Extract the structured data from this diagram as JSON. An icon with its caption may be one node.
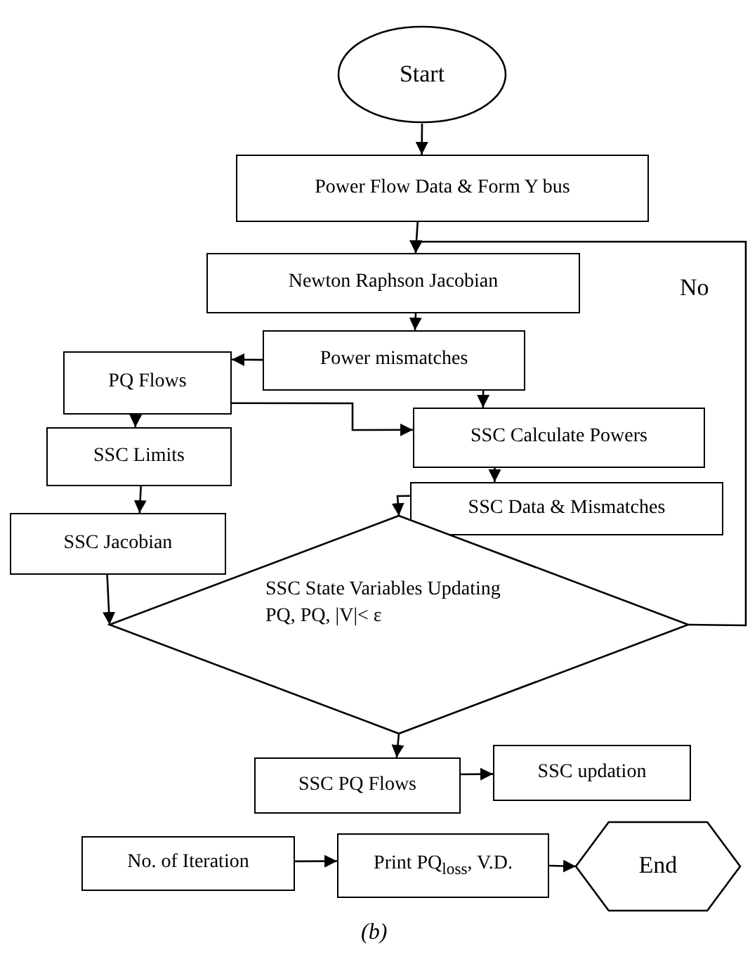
{
  "diagram": {
    "caption": "(b)",
    "nodes": [
      {
        "text": [
          "Start"
        ]
      },
      {
        "text": [
          "Power Flow  Data & Form Y bus"
        ]
      },
      {
        "text": [
          "Newton Raphson Jacobian"
        ]
      },
      {
        "text": [
          "Power mismatches"
        ]
      },
      {
        "text": [
          "PQ Flows"
        ]
      },
      {
        "text": [
          "SSC Calculate Powers"
        ]
      },
      {
        "text": [
          "SSC Limits"
        ]
      },
      {
        "text": [
          "SSC Data & Mismatches"
        ]
      },
      {
        "text": [
          "SSC Jacobian"
        ]
      },
      {
        "text": [
          "SSC State Variables Updating PQ, PQ, |V|< ε"
        ]
      },
      {
        "text": [
          "SSC PQ Flows"
        ]
      },
      {
        "text": [
          "SSC updation"
        ]
      },
      {
        "text": [
          "No. of Iteration"
        ]
      },
      {
        "text": [
          "Print PQ$_{loss}$, V.D."
        ]
      },
      {
        "text": [
          "End"
        ]
      }
    ],
    "edges": [
      {
        "from": 0,
        "to": 1,
        "arrow": "to"
      },
      {
        "from": 1,
        "to": 2,
        "arrow": "to"
      },
      {
        "from": 2,
        "to": 3,
        "arrow": "to"
      },
      {
        "from": 3,
        "to": 4,
        "arrow": "to"
      },
      {
        "from": 3,
        "to": 5,
        "arrow": "to"
      },
      {
        "from": 4,
        "to": 6,
        "arrow": "to"
      },
      {
        "from": 4,
        "to": 5,
        "arrow": "to"
      },
      {
        "from": 6,
        "to": 8,
        "arrow": "to"
      },
      {
        "from": 5,
        "to": 7,
        "arrow": "to"
      },
      {
        "from": 7,
        "to": 9,
        "arrow": "to"
      },
      {
        "from": 8,
        "to": 9,
        "arrow": "to"
      },
      {
        "from": 9,
        "to": 10,
        "arrow": "to"
      },
      {
        "from": 10,
        "to": 11,
        "arrow": "to"
      },
      {
        "from": 12,
        "to": 13,
        "arrow": "to"
      },
      {
        "from": 13,
        "to": 14,
        "arrow": "to"
      },
      {
        "from": 9,
        "to": 2,
        "arrow": "to",
        "label": "No"
      }
    ]
  }
}
